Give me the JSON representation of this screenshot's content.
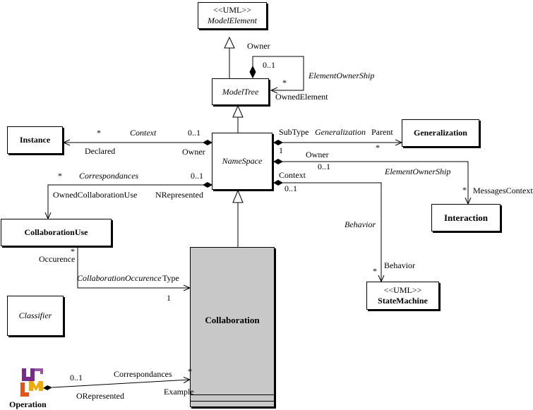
{
  "classes": {
    "model_element": {
      "stereotype": "<<UML>>",
      "name": "ModelElement"
    },
    "model_tree": {
      "name": "ModelTree"
    },
    "namespace": {
      "name": "NameSpace"
    },
    "instance": {
      "name": "Instance"
    },
    "generalization": {
      "name": "Generalization"
    },
    "interaction": {
      "name": "Interaction"
    },
    "collaboration_use": {
      "name": "CollaborationUse"
    },
    "state_machine": {
      "stereotype": "<<UML>>",
      "name": "StateMachine"
    },
    "classifier": {
      "name": "Classifier"
    },
    "collaboration": {
      "name": "Collaboration"
    },
    "operation": {
      "name": "Operation"
    }
  },
  "labels": {
    "owner_top": "Owner",
    "mt_mult_01": "0..1",
    "element_ownership_1": "ElementOwnerShip",
    "mt_star": "*",
    "owned_element": "OwnedElement",
    "inst_star": "*",
    "context_1": "Context",
    "inst_01": "0..1",
    "declared": "Declared",
    "owner_inst": "Owner",
    "subtype": "SubType",
    "generalization_assoc": "Generalization",
    "parent": "Parent",
    "gen_one": "1",
    "gen_star": "*",
    "owner_inter": "Owner",
    "inter_01": "0..1",
    "element_ownership_2": "ElementOwnerShip",
    "inter_star": "*",
    "messages_context": "MessagesContext",
    "cu_star": "*",
    "correspondances_1": "Correspondances",
    "cu_01": "0..1",
    "owned_collab_use": "OwnedCollaborationUse",
    "nrepresented": "NRepresented",
    "context_2": "Context",
    "sm_01": "0..1",
    "behavior_assoc": "Behavior",
    "sm_star": "*",
    "behavior_end": "Behavior",
    "occ_star": "*",
    "occurence": "Occurence",
    "collab_occurence": "CollaborationOccurence",
    "type": "Type",
    "one": "1",
    "op_01": "0..1",
    "correspondances_2": "Correspondances",
    "op_star": "*",
    "orepresented": "ORepresented",
    "example": "Example"
  },
  "logo": {
    "letters": "UML",
    "colors": [
      "#7a2a8a",
      "#f2a900",
      "#e5531a"
    ]
  }
}
